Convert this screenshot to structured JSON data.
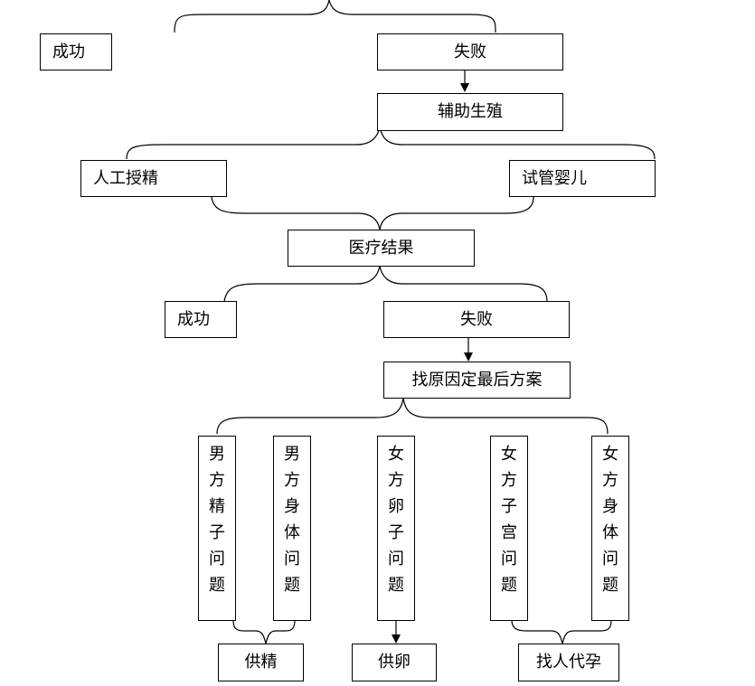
{
  "nodes": {
    "success_top": "成功",
    "fail_top": "失败",
    "assisted_reproduction": "辅助生殖",
    "artificial_insemination": "人工授精",
    "ivf": "试管婴儿",
    "medical_result": "医疗结果",
    "success_mid": "成功",
    "fail_mid": "失败",
    "find_cause": "找原因定最后方案",
    "male_sperm_issue": [
      "男",
      "方",
      "精",
      "子",
      "问",
      "题"
    ],
    "male_body_issue": [
      "男",
      "方",
      "身",
      "体",
      "问",
      "题"
    ],
    "female_egg_issue": [
      "女",
      "方",
      "卵",
      "子",
      "问",
      "题"
    ],
    "female_uterus_issue": [
      "女",
      "方",
      "子",
      "宫",
      "问",
      "题"
    ],
    "female_body_issue": [
      "女",
      "方",
      "身",
      "体",
      "问",
      "题"
    ],
    "sperm_donation": "供精",
    "egg_donation": "供卵",
    "surrogacy": "找人代孕"
  }
}
